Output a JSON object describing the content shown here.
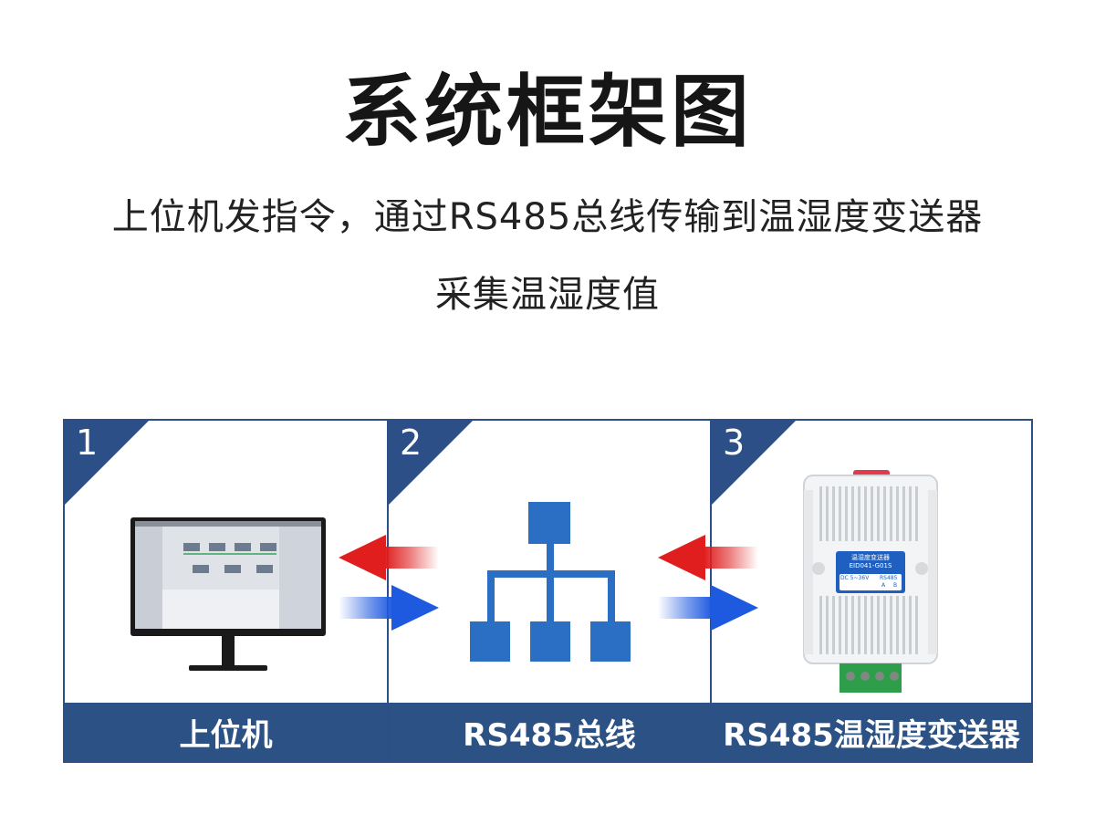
{
  "title": "系统框架图",
  "subtitle_line1": "上位机发指令，通过RS485总线传输到温湿度变送器",
  "subtitle_line2": "采集温湿度值",
  "panels": [
    {
      "number": "1",
      "label": "上位机"
    },
    {
      "number": "2",
      "label": "RS485总线"
    },
    {
      "number": "3",
      "label": "RS485温湿度变送器"
    }
  ],
  "device": {
    "name": "温湿度变送器",
    "model": "EID041-G01S",
    "power": "DC 5~36V",
    "bus": "RS485",
    "term_a": "A",
    "term_b": "B"
  },
  "colors": {
    "frame": "#2b4f86",
    "label_bar": "#2c5285",
    "network_icon": "#2a6fc4",
    "arrow_red": "#e01e1e",
    "arrow_blue": "#1e5ae0"
  }
}
